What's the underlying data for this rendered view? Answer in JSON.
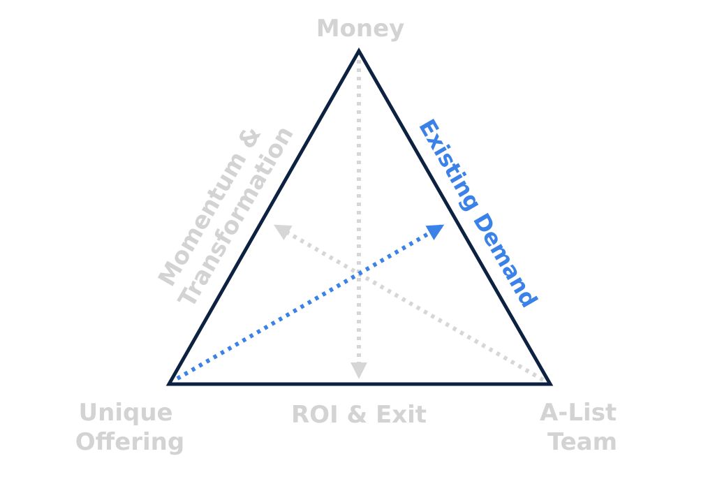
{
  "colors": {
    "triangle_stroke": "#0d2240",
    "muted_label": "#d3d3d3",
    "muted_arrow": "#d6d6d6",
    "accent": "#3b82e8"
  },
  "labels": {
    "top": "Money",
    "bottom_left": [
      "Unique",
      "Offering"
    ],
    "bottom_center": "ROI & Exit",
    "bottom_right": [
      "A-List",
      "Team"
    ],
    "left_side": [
      "Momentum &",
      "Transformation"
    ],
    "right_side": "Existing Demand"
  }
}
